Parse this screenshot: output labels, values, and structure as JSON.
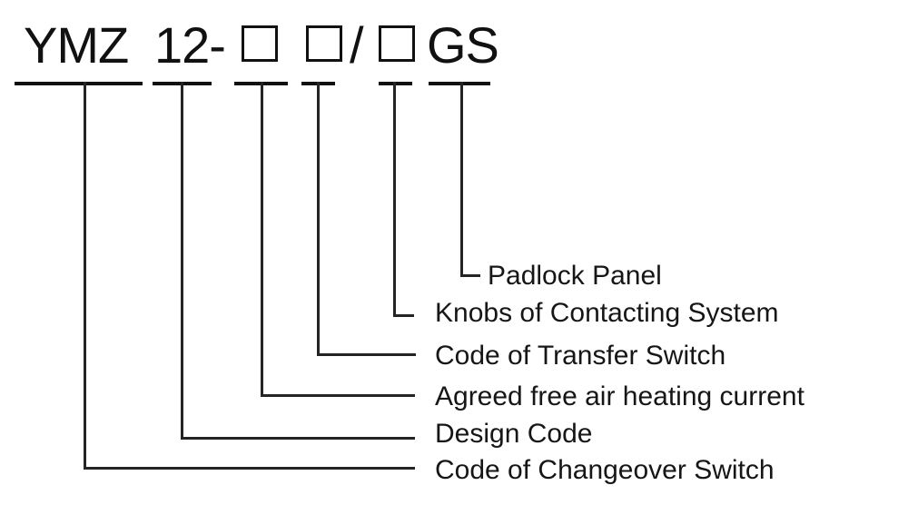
{
  "model_code": {
    "full_text": "YMZ 12-□ □/□GS",
    "series": "YMZ",
    "design_number": "12-",
    "separator": "/",
    "suffix": "GS",
    "placeholder_boxes": 3
  },
  "legend": [
    {
      "label": "Padlock Panel"
    },
    {
      "label": "Knobs of Contacting System"
    },
    {
      "label": "Code of Transfer Switch"
    },
    {
      "label": "Agreed free air heating current"
    },
    {
      "label": "Design Code"
    },
    {
      "label": "Code of Changeover Switch"
    }
  ],
  "colors": {
    "background": "#ffffff",
    "line": "#242424",
    "bar": "#111111",
    "text": "#161616"
  }
}
